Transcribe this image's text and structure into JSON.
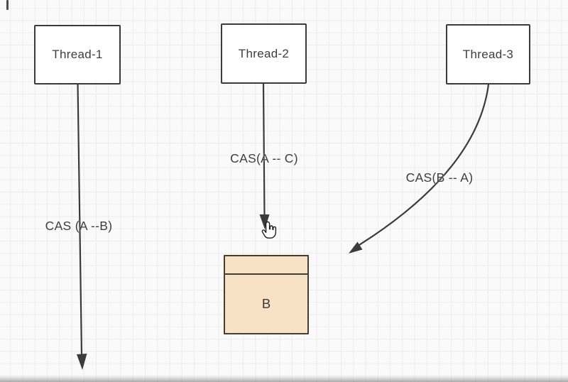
{
  "diagram": {
    "threads": [
      {
        "id": "thread-1",
        "label": "Thread-1"
      },
      {
        "id": "thread-2",
        "label": "Thread-2"
      },
      {
        "id": "thread-3",
        "label": "Thread-3"
      }
    ],
    "operations": {
      "thread1": "CAS (A --B)",
      "thread2": "CAS(A -- C)",
      "thread3": "CAS(B -- A)"
    },
    "shared_value": {
      "label": "B"
    }
  },
  "cursor": {
    "type": "hand-pointer"
  },
  "colors": {
    "stroke": "#3b3b3b",
    "text": "#3d3d3d",
    "node-fill": "#ffffff",
    "value-fill": "#f7e2c6",
    "value-border": "#463e33",
    "grid": "#ececec",
    "canvas": "#fbfafa"
  }
}
